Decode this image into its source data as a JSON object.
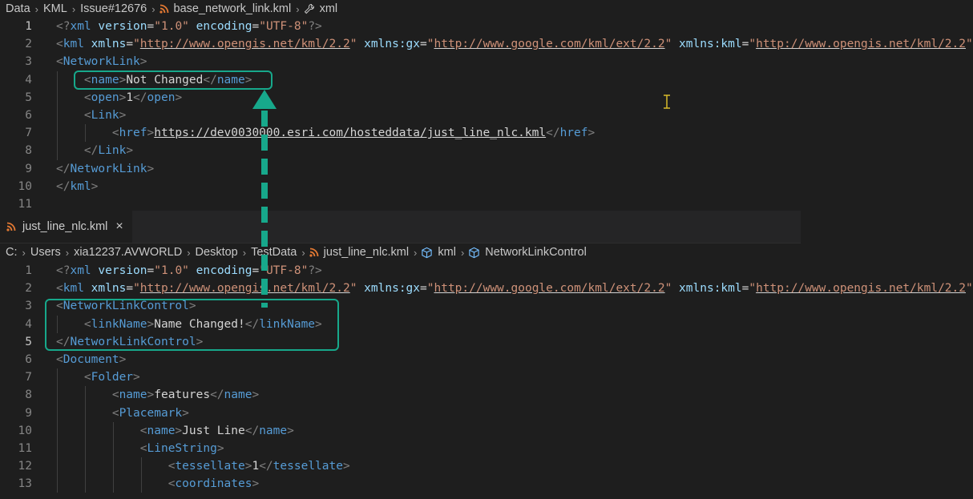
{
  "top_breadcrumb": [
    "Data",
    "KML",
    "Issue#12676",
    "base_network_link.kml",
    "xml"
  ],
  "top_editor": {
    "lines": [
      {
        "n": "1",
        "tokens": [
          [
            "pu",
            "<?"
          ],
          [
            "tg",
            "xml"
          ],
          [
            "tx",
            " "
          ],
          [
            "at",
            "version"
          ],
          [
            "tx",
            "="
          ],
          [
            "st",
            "\"1.0\""
          ],
          [
            "tx",
            " "
          ],
          [
            "at",
            "encoding"
          ],
          [
            "tx",
            "="
          ],
          [
            "st",
            "\"UTF-8\""
          ],
          [
            "pu",
            "?>"
          ]
        ]
      },
      {
        "n": "2",
        "tokens": [
          [
            "pu",
            "<"
          ],
          [
            "tg",
            "kml"
          ],
          [
            "tx",
            " "
          ],
          [
            "at",
            "xmlns"
          ],
          [
            "tx",
            "="
          ],
          [
            "st",
            "\""
          ],
          [
            "stu",
            "http://www.opengis.net/kml/2.2"
          ],
          [
            "st",
            "\""
          ],
          [
            "tx",
            " "
          ],
          [
            "at",
            "xmlns:gx"
          ],
          [
            "tx",
            "="
          ],
          [
            "st",
            "\""
          ],
          [
            "stu",
            "http://www.google.com/kml/ext/2.2"
          ],
          [
            "st",
            "\""
          ],
          [
            "tx",
            " "
          ],
          [
            "at",
            "xmlns:kml"
          ],
          [
            "tx",
            "="
          ],
          [
            "st",
            "\""
          ],
          [
            "stu",
            "http://www.opengis.net/kml/2.2"
          ],
          [
            "st",
            "\""
          ]
        ]
      },
      {
        "n": "3",
        "tokens": [
          [
            "pu",
            "<"
          ],
          [
            "tg",
            "NetworkLink"
          ],
          [
            "pu",
            ">"
          ]
        ]
      },
      {
        "n": "4",
        "tokens": [
          [
            "tx",
            "    "
          ],
          [
            "pu",
            "<"
          ],
          [
            "tg",
            "name"
          ],
          [
            "pu",
            ">"
          ],
          [
            "tx",
            "Not Changed"
          ],
          [
            "pu",
            "</"
          ],
          [
            "tg",
            "name"
          ],
          [
            "pu",
            ">"
          ]
        ]
      },
      {
        "n": "5",
        "tokens": [
          [
            "tx",
            "    "
          ],
          [
            "pu",
            "<"
          ],
          [
            "tg",
            "open"
          ],
          [
            "pu",
            ">"
          ],
          [
            "tx",
            "1"
          ],
          [
            "pu",
            "</"
          ],
          [
            "tg",
            "open"
          ],
          [
            "pu",
            ">"
          ]
        ]
      },
      {
        "n": "6",
        "tokens": [
          [
            "tx",
            "    "
          ],
          [
            "pu",
            "<"
          ],
          [
            "tg",
            "Link"
          ],
          [
            "pu",
            ">"
          ]
        ]
      },
      {
        "n": "7",
        "tokens": [
          [
            "tx",
            "        "
          ],
          [
            "pu",
            "<"
          ],
          [
            "tg",
            "href"
          ],
          [
            "pu",
            ">"
          ],
          [
            "txu",
            "https://dev0030000.esri.com/hosteddata/just_line_nlc.kml"
          ],
          [
            "pu",
            "</"
          ],
          [
            "tg",
            "href"
          ],
          [
            "pu",
            ">"
          ]
        ]
      },
      {
        "n": "8",
        "tokens": [
          [
            "tx",
            "    "
          ],
          [
            "pu",
            "</"
          ],
          [
            "tg",
            "Link"
          ],
          [
            "pu",
            ">"
          ]
        ]
      },
      {
        "n": "9",
        "tokens": [
          [
            "pu",
            "</"
          ],
          [
            "tg",
            "NetworkLink"
          ],
          [
            "pu",
            ">"
          ]
        ]
      },
      {
        "n": "10",
        "tokens": [
          [
            "pu",
            "</"
          ],
          [
            "tg",
            "kml"
          ],
          [
            "pu",
            ">"
          ]
        ]
      },
      {
        "n": "11",
        "tokens": []
      }
    ]
  },
  "tab": {
    "label": "just_line_nlc.kml",
    "close": "×"
  },
  "bottom_breadcrumb": [
    "C:",
    "Users",
    "xia12237.AVWORLD",
    "Desktop",
    "TestData",
    "just_line_nlc.kml",
    "kml",
    "NetworkLinkControl"
  ],
  "bottom_editor": {
    "lines": [
      {
        "n": "1",
        "tokens": [
          [
            "pu",
            "<?"
          ],
          [
            "tg",
            "xml"
          ],
          [
            "tx",
            " "
          ],
          [
            "at",
            "version"
          ],
          [
            "tx",
            "="
          ],
          [
            "st",
            "\"1.0\""
          ],
          [
            "tx",
            " "
          ],
          [
            "at",
            "encoding"
          ],
          [
            "tx",
            "="
          ],
          [
            "st",
            "\"UTF-8\""
          ],
          [
            "pu",
            "?>"
          ]
        ]
      },
      {
        "n": "2",
        "tokens": [
          [
            "pu",
            "<"
          ],
          [
            "tg",
            "kml"
          ],
          [
            "tx",
            " "
          ],
          [
            "at",
            "xmlns"
          ],
          [
            "tx",
            "="
          ],
          [
            "st",
            "\""
          ],
          [
            "stu",
            "http://www.opengis.net/kml/2.2"
          ],
          [
            "st",
            "\""
          ],
          [
            "tx",
            " "
          ],
          [
            "at",
            "xmlns:gx"
          ],
          [
            "tx",
            "="
          ],
          [
            "st",
            "\""
          ],
          [
            "stu",
            "http://www.google.com/kml/ext/2.2"
          ],
          [
            "st",
            "\""
          ],
          [
            "tx",
            " "
          ],
          [
            "at",
            "xmlns:kml"
          ],
          [
            "tx",
            "="
          ],
          [
            "st",
            "\""
          ],
          [
            "stu",
            "http://www.opengis.net/kml/2.2"
          ],
          [
            "st",
            "\""
          ]
        ]
      },
      {
        "n": "3",
        "tokens": [
          [
            "pu",
            "<"
          ],
          [
            "tg",
            "NetworkLinkControl"
          ],
          [
            "pu",
            ">"
          ]
        ]
      },
      {
        "n": "4",
        "tokens": [
          [
            "tx",
            "    "
          ],
          [
            "pu",
            "<"
          ],
          [
            "tg",
            "linkName"
          ],
          [
            "pu",
            ">"
          ],
          [
            "tx",
            "Name Changed!"
          ],
          [
            "pu",
            "</"
          ],
          [
            "tg",
            "linkName"
          ],
          [
            "pu",
            ">"
          ]
        ]
      },
      {
        "n": "5",
        "tokens": [
          [
            "pu",
            "</"
          ],
          [
            "tg",
            "NetworkLinkControl"
          ],
          [
            "pu",
            ">"
          ]
        ]
      },
      {
        "n": "6",
        "tokens": [
          [
            "pu",
            "<"
          ],
          [
            "tg",
            "Document"
          ],
          [
            "pu",
            ">"
          ]
        ]
      },
      {
        "n": "7",
        "tokens": [
          [
            "tx",
            "    "
          ],
          [
            "pu",
            "<"
          ],
          [
            "tg",
            "Folder"
          ],
          [
            "pu",
            ">"
          ]
        ]
      },
      {
        "n": "8",
        "tokens": [
          [
            "tx",
            "        "
          ],
          [
            "pu",
            "<"
          ],
          [
            "tg",
            "name"
          ],
          [
            "pu",
            ">"
          ],
          [
            "tx",
            "features"
          ],
          [
            "pu",
            "</"
          ],
          [
            "tg",
            "name"
          ],
          [
            "pu",
            ">"
          ]
        ]
      },
      {
        "n": "9",
        "tokens": [
          [
            "tx",
            "        "
          ],
          [
            "pu",
            "<"
          ],
          [
            "tg",
            "Placemark"
          ],
          [
            "pu",
            ">"
          ]
        ]
      },
      {
        "n": "10",
        "tokens": [
          [
            "tx",
            "            "
          ],
          [
            "pu",
            "<"
          ],
          [
            "tg",
            "name"
          ],
          [
            "pu",
            ">"
          ],
          [
            "tx",
            "Just Line"
          ],
          [
            "pu",
            "</"
          ],
          [
            "tg",
            "name"
          ],
          [
            "pu",
            ">"
          ]
        ]
      },
      {
        "n": "11",
        "tokens": [
          [
            "tx",
            "            "
          ],
          [
            "pu",
            "<"
          ],
          [
            "tg",
            "LineString"
          ],
          [
            "pu",
            ">"
          ]
        ]
      },
      {
        "n": "12",
        "tokens": [
          [
            "tx",
            "                "
          ],
          [
            "pu",
            "<"
          ],
          [
            "tg",
            "tessellate"
          ],
          [
            "pu",
            ">"
          ],
          [
            "tx",
            "1"
          ],
          [
            "pu",
            "</"
          ],
          [
            "tg",
            "tessellate"
          ],
          [
            "pu",
            ">"
          ]
        ]
      },
      {
        "n": "13",
        "tokens": [
          [
            "tx",
            "                "
          ],
          [
            "pu",
            "<"
          ],
          [
            "tg",
            "coordinates"
          ],
          [
            "pu",
            ">"
          ]
        ]
      }
    ]
  },
  "colors": {
    "highlight_box": "#17a88b",
    "arrow": "#17a88b",
    "rss_icon": "#e37933",
    "cursor": "#d7ba2a"
  },
  "icons": [
    "chevron-right-icon",
    "rss-icon",
    "wrench-icon",
    "cube-icon",
    "close-icon",
    "text-cursor-icon",
    "arrow-up-icon"
  ]
}
